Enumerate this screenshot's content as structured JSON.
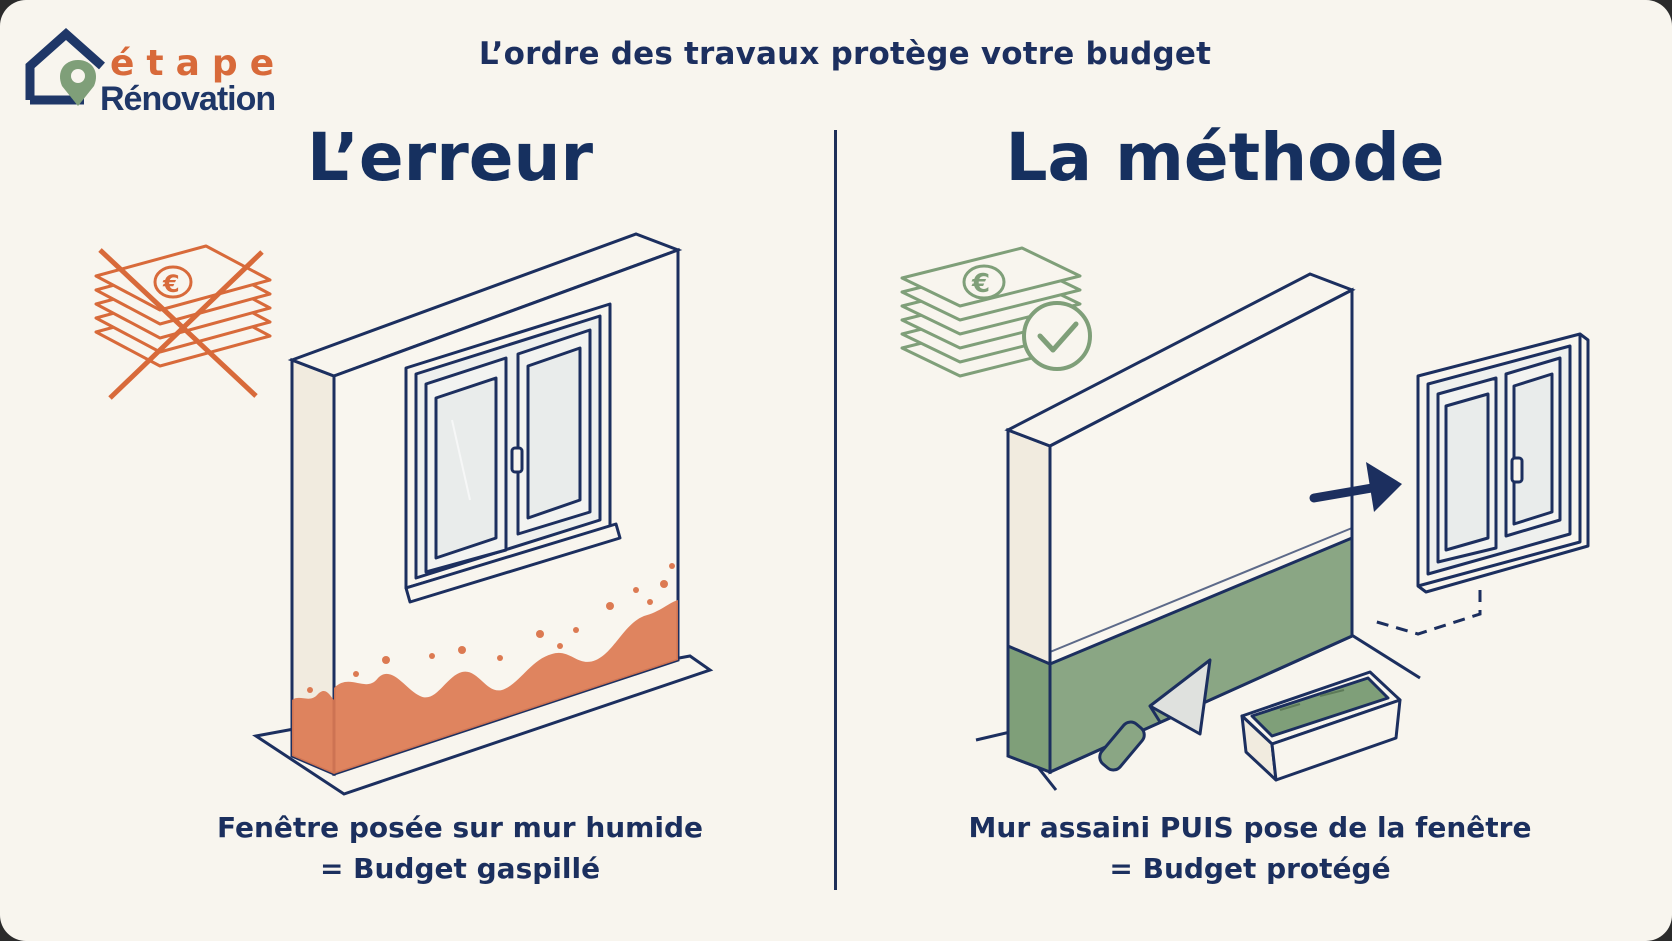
{
  "header": {
    "title": "L’ordre des travaux protège votre budget"
  },
  "logo": {
    "word_top": "étape",
    "word_bottom": "Rénovation"
  },
  "panels": {
    "left": {
      "title": "L’erreur",
      "caption_line1": "Fenêtre posée sur mur humide",
      "caption_line2": "= Budget gaspillé"
    },
    "right": {
      "title": "La méthode",
      "caption_line1": "Mur assaini PUIS pose de la fenêtre",
      "caption_line2": "= Budget protégé"
    }
  },
  "icons": {
    "euro_symbol": "€"
  },
  "colors": {
    "navy": "#1c2f5f",
    "orange": "#d86a3a",
    "green": "#7f9f79",
    "background": "#f8f5ee"
  }
}
